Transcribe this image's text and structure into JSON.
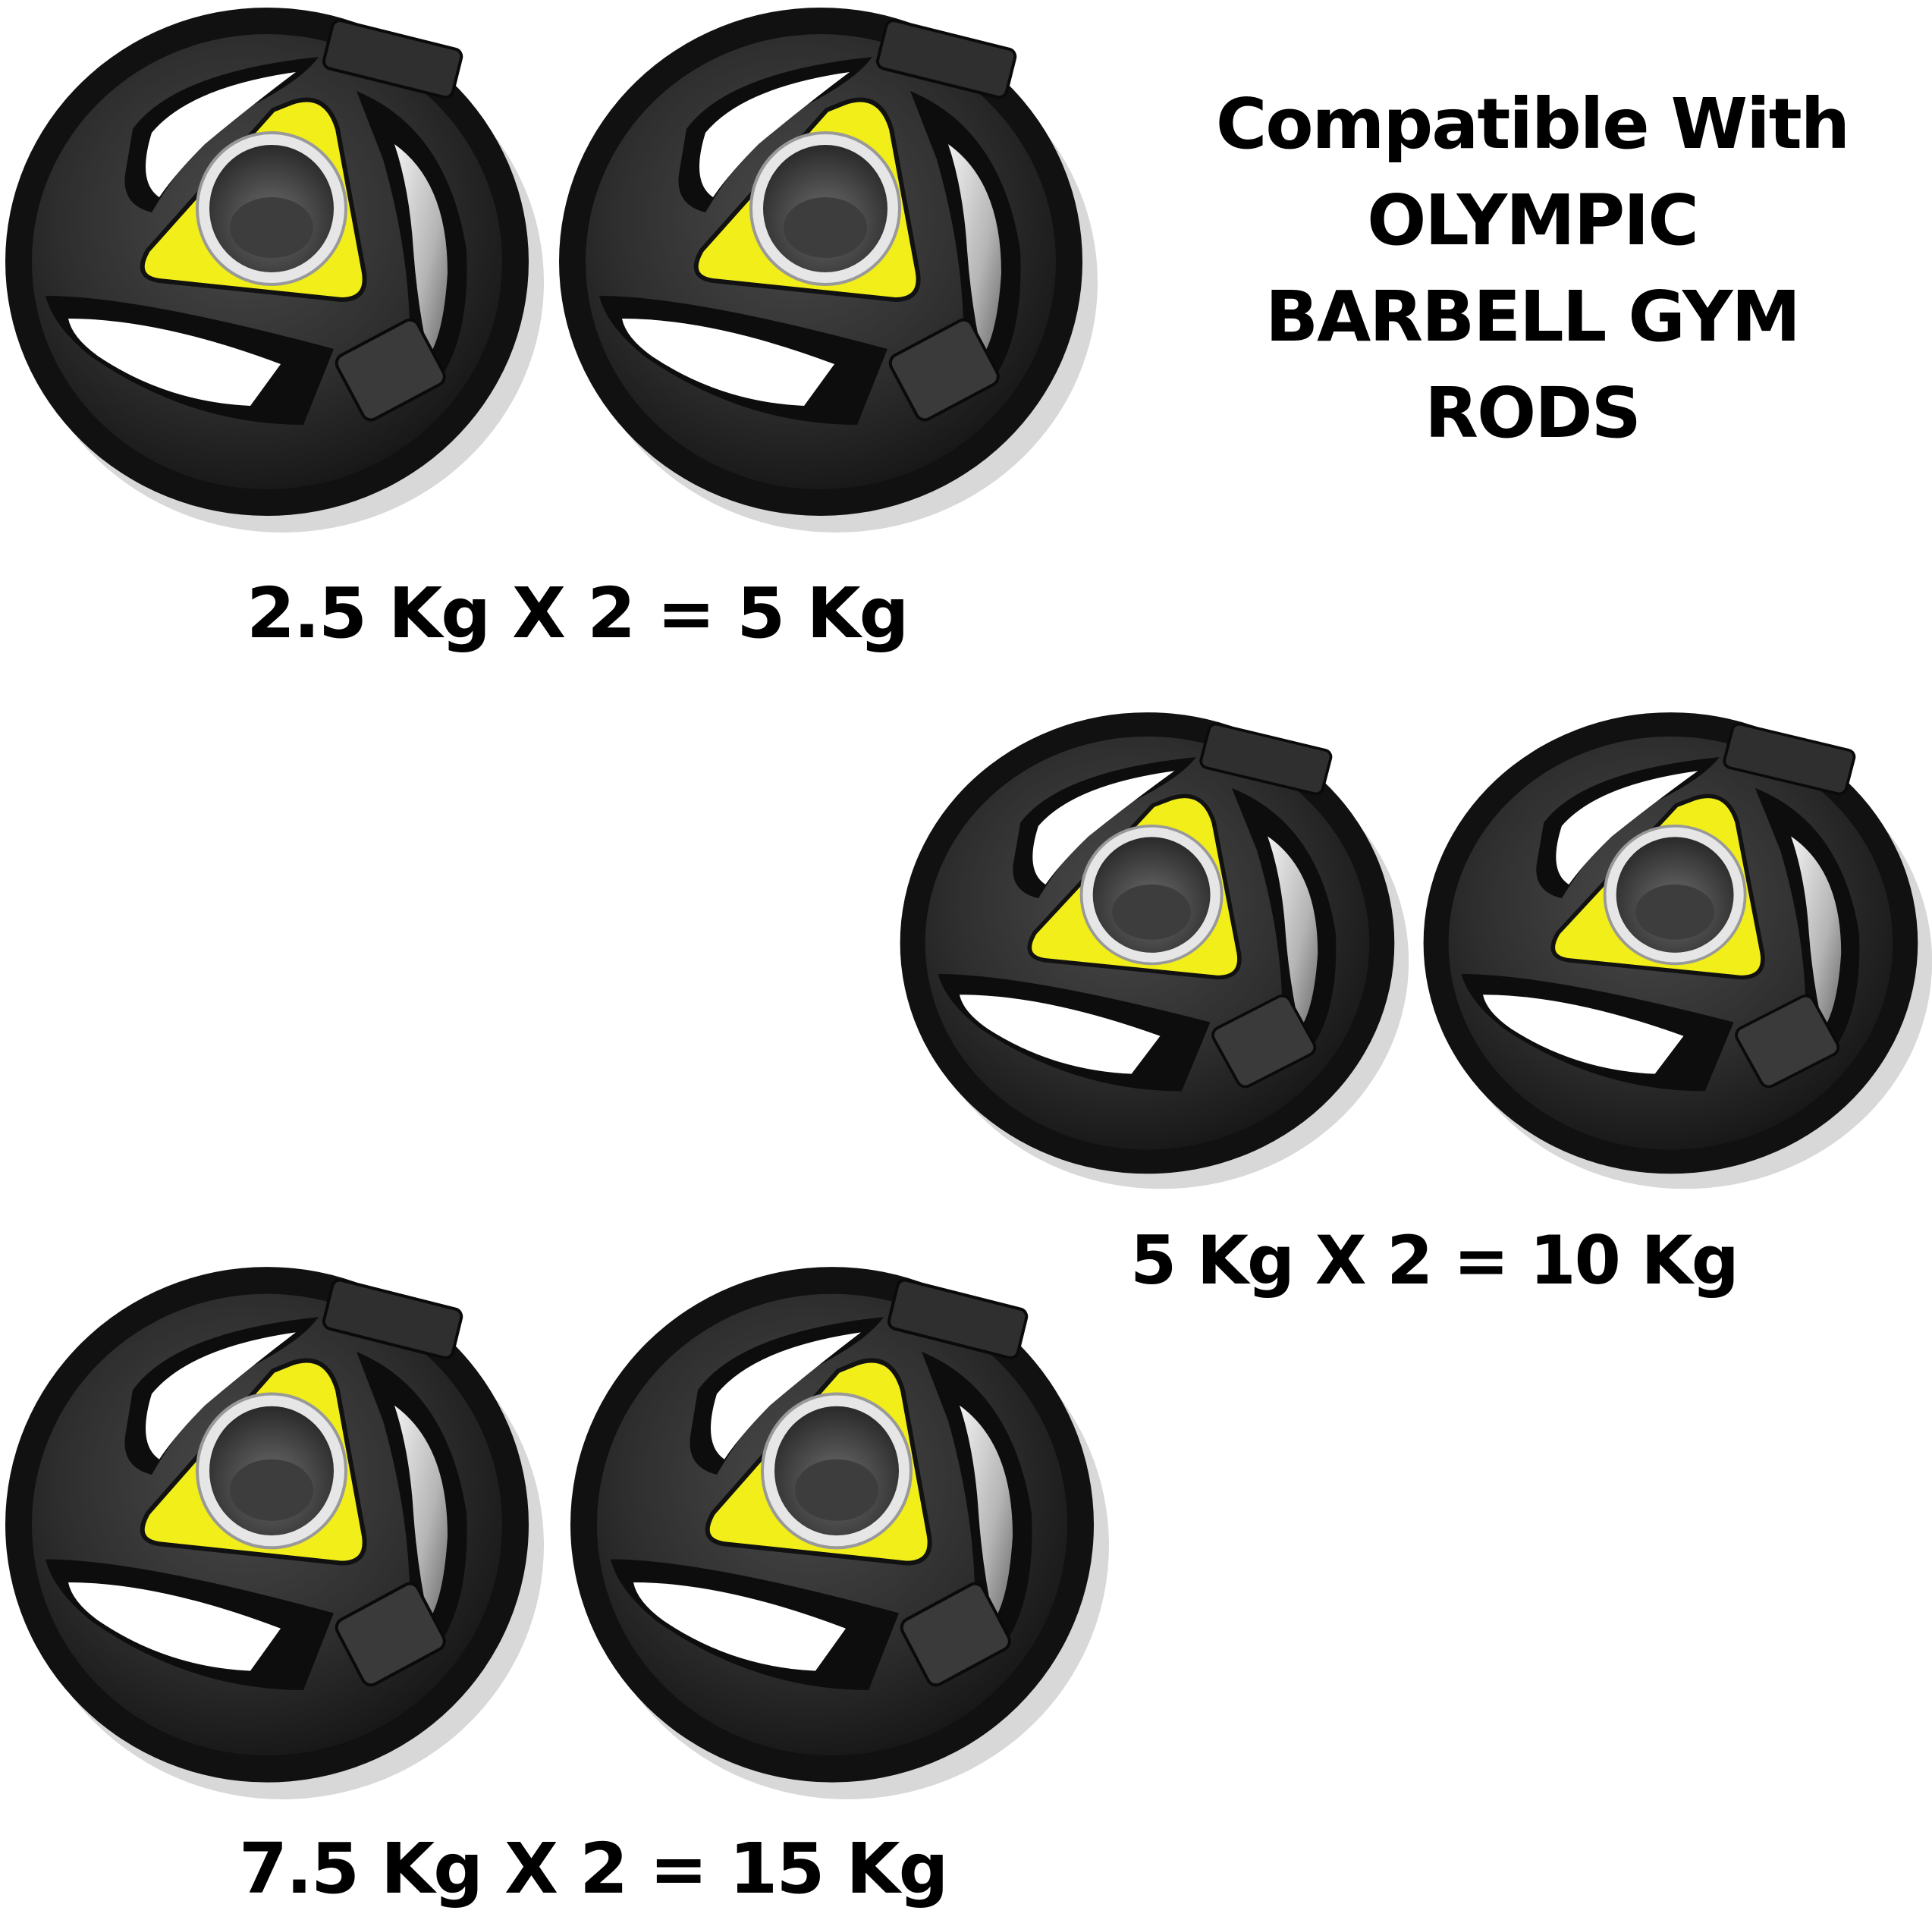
{
  "title": {
    "lines": [
      "Compatible With",
      "OLYMPIC",
      "BARBELL GYM",
      "RODS"
    ]
  },
  "sets": [
    {
      "label": "2.5 Kg X 2 = 5 Kg",
      "plate_weight": "2.5 Kg",
      "quantity": 2,
      "total": "5 Kg"
    },
    {
      "label": "5 Kg X 2 = 10 Kg",
      "plate_weight": "5 Kg",
      "quantity": 2,
      "total": "10 Kg"
    },
    {
      "label": "7.5 Kg X 2 = 15 Kg",
      "plate_weight": "7.5 Kg",
      "quantity": 2,
      "total": "15 Kg"
    }
  ],
  "colors": {
    "background": "#ffffff",
    "plate_body": "#2b2b2b",
    "plate_rim": "#111111",
    "insert_yellow": "#f2ee1a",
    "steel_ring": "#d9d9d9",
    "text": "#000000"
  }
}
